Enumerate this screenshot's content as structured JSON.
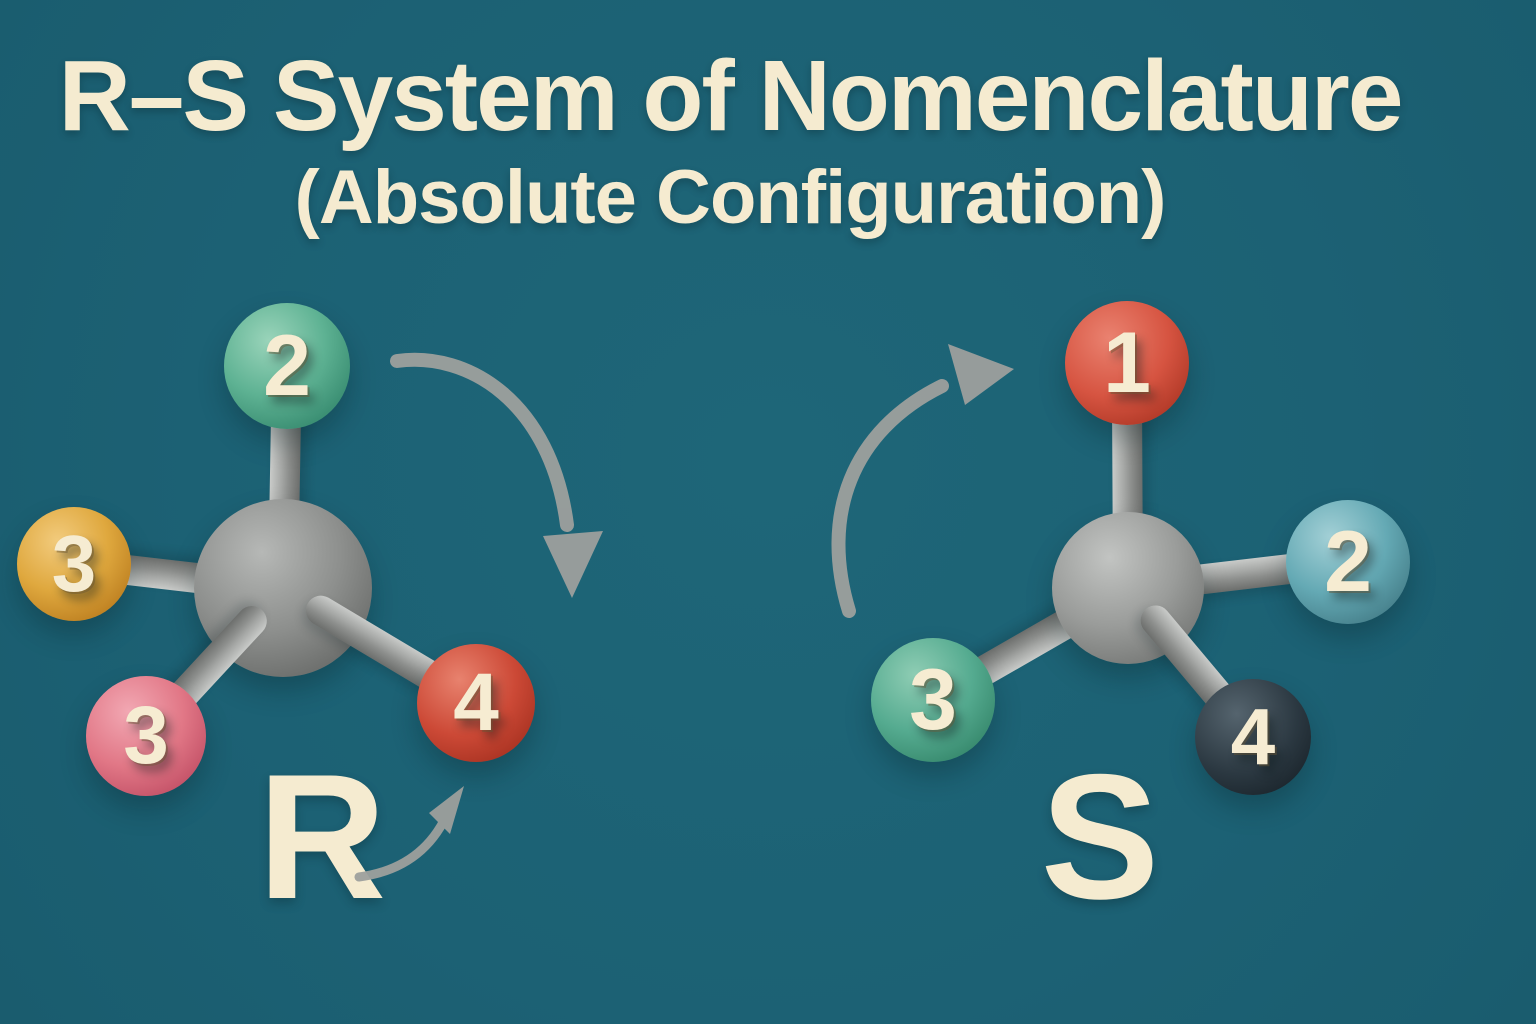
{
  "title": "R–S System of Nomenclature",
  "subtitle": "(Absolute Configuration)",
  "colors": {
    "background_teal": "#1c6174",
    "text_cream": "#f5ebd0",
    "number_cream": "#f6ecd2",
    "arrow_gray": "#9da09d",
    "bond_gray": "#a6a8a6"
  },
  "molecules": [
    {
      "name": "R-configuration",
      "label": "R",
      "rotation": "clockwise",
      "center_atom_color": "#8d8f8d",
      "atoms": [
        {
          "position": "top",
          "label": "2",
          "color": "#5eb293"
        },
        {
          "position": "left",
          "label": "3",
          "color": "#dfa83e"
        },
        {
          "position": "bottom-left",
          "label": "3",
          "color": "#e17786"
        },
        {
          "position": "right",
          "label": "4",
          "color": "#cc4936"
        }
      ]
    },
    {
      "name": "S-configuration",
      "label": "S",
      "rotation": "counterclockwise",
      "center_atom_color": "#9a9c9a",
      "atoms": [
        {
          "position": "top",
          "label": "1",
          "color": "#d65441"
        },
        {
          "position": "right",
          "label": "2",
          "color": "#64a9b4"
        },
        {
          "position": "left",
          "label": "3",
          "color": "#55ab90"
        },
        {
          "position": "bottom-right",
          "label": "4",
          "color": "#2b3841"
        }
      ]
    }
  ]
}
